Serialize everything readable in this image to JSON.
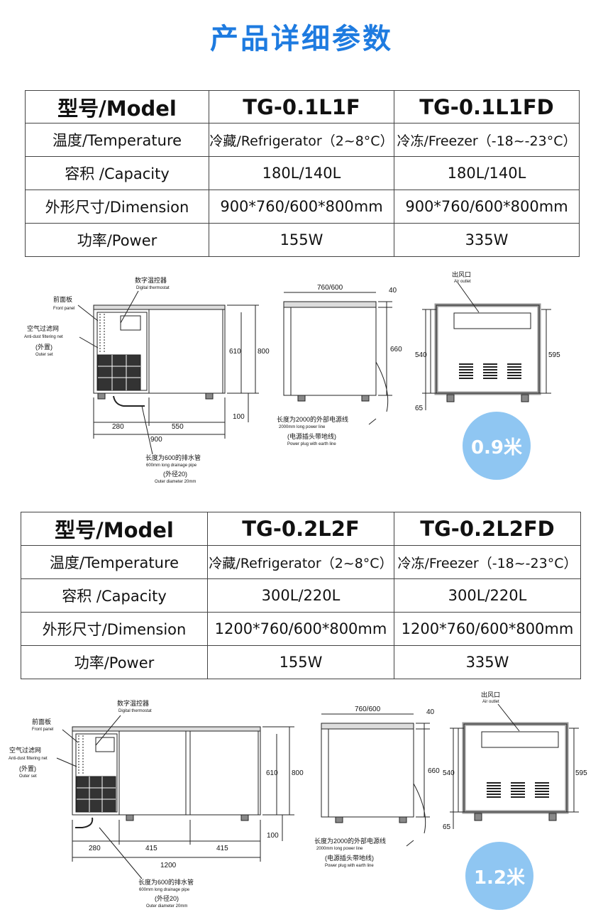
{
  "title": "产品详细参数",
  "sections": [
    {
      "headers": [
        "型号/Model",
        "TG-0.1L1F",
        "TG-0.1L1FD"
      ],
      "rows": [
        [
          "温度/Temperature",
          "冷藏/Refrigerator（2~8°C）",
          "冷冻/Freezer（-18~-23°C）"
        ],
        [
          "容积 /Capacity",
          "180L/140L",
          "180L/140L"
        ],
        [
          "外形尺寸/Dimension",
          "900*760/600*800mm",
          "900*760/600*800mm"
        ],
        [
          "功率/Power",
          "155W",
          "335W"
        ]
      ],
      "badge": "0.9米",
      "labels": {
        "thermostat_cn": "数字温控器",
        "thermostat_en": "Digital thermostat",
        "panel_cn": "前面板",
        "panel_en": "Front panel",
        "filter_cn": "空气过滤网",
        "filter_en": "Anti-dust filtering net",
        "outer_cn": "(外置)",
        "outer_en": "Outer set",
        "drain_cn": "长度为600的排水管",
        "drain_en": "600mm long drainage pipe",
        "diam_cn": "(外径20)",
        "diam_en": "Outer diameter 20mm",
        "power_cn": "长度为2000的外部电源线",
        "power_en": "2000mm long power line",
        "plug_cn": "(电源插头带地线)",
        "plug_en": "Power plug with earth line",
        "outlet_cn": "出风口",
        "outlet_en": "Air outlet"
      },
      "dims": {
        "left_width": "280",
        "door_width_1": "550",
        "door_width_2": "",
        "total_width": "900",
        "h610": "610",
        "h800": "800",
        "h100": "100",
        "depth": "760/600",
        "top40": "40",
        "h660": "660",
        "h540": "540",
        "h595": "595",
        "h65": "65"
      }
    },
    {
      "headers": [
        "型号/Model",
        "TG-0.2L2F",
        "TG-0.2L2FD"
      ],
      "rows": [
        [
          "温度/Temperature",
          "冷藏/Refrigerator（2~8°C）",
          "冷冻/Freezer（-18~-23°C）"
        ],
        [
          "容积 /Capacity",
          "300L/220L",
          "300L/220L"
        ],
        [
          "外形尺寸/Dimension",
          "1200*760/600*800mm",
          "1200*760/600*800mm"
        ],
        [
          "功率/Power",
          "155W",
          "335W"
        ]
      ],
      "badge": "1.2米",
      "labels": {
        "thermostat_cn": "数字温控器",
        "thermostat_en": "Digital thermostat",
        "panel_cn": "前面板",
        "panel_en": "Front panel",
        "filter_cn": "空气过滤网",
        "filter_en": "Anti-dust filtering net",
        "outer_cn": "(外置)",
        "outer_en": "Outer set",
        "drain_cn": "长度为600的排水管",
        "drain_en": "600mm long drainage pipe",
        "diam_cn": "(外径20)",
        "diam_en": "Outer diameter 20mm",
        "power_cn": "长度为2000的外部电源线",
        "power_en": "2000mm long power line",
        "plug_cn": "(电源插头带地线)",
        "plug_en": "Power plug with earth line",
        "outlet_cn": "出风口",
        "outlet_en": "Air outlet"
      },
      "dims": {
        "left_width": "280",
        "door_width_1": "415",
        "door_width_2": "415",
        "total_width": "1200",
        "h610": "610",
        "h800": "800",
        "h100": "100",
        "depth": "760/600",
        "top40": "40",
        "h660": "660",
        "h540": "540",
        "h595": "595",
        "h65": "65"
      }
    }
  ]
}
